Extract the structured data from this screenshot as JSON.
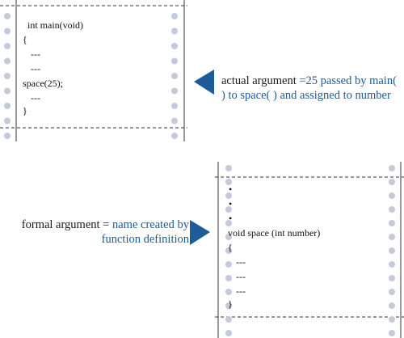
{
  "colors": {
    "accent_blue": "#1d5b99",
    "hole_grey": "#c4cbd8",
    "line": "#333333"
  },
  "top_listing": {
    "lines": [
      "int main(void)",
      "{",
      "---",
      "---",
      "space(25);",
      "---",
      "}"
    ]
  },
  "bottom_listing": {
    "lines": [
      "•",
      "•",
      "•",
      "void space (int number)",
      "{",
      "---",
      "---",
      "---",
      "}"
    ]
  },
  "actual_note": {
    "part1": "actual argument ",
    "part2": "=25 passed by main( ) to space( ) and assigned to number"
  },
  "formal_note": {
    "part1": "formal argument = ",
    "part2": "name created by function definition"
  },
  "icons": {
    "arrow_left": "triangle-left-icon",
    "arrow_right": "triangle-right-icon",
    "perforation": "circle-hole-icon"
  }
}
